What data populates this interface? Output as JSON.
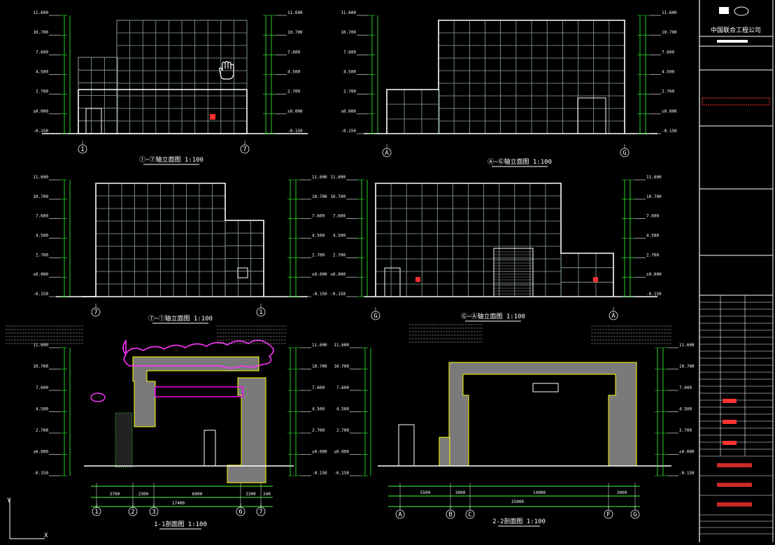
{
  "colors": {
    "background": "#000000",
    "outline": "#ffffff",
    "grid": "#8fa89a",
    "dimension": "#33ff33",
    "accent_red": "#ff3030",
    "revision_cloud": "#ff33ff",
    "wall_fill": "#7a7a7a",
    "hatch_green": "#33ff33"
  },
  "title_block": {
    "company": "中国联合工程公司"
  },
  "drawings": {
    "elev1": {
      "title": "①~⑦轴立面图 1:100",
      "axes": [
        "1",
        "7"
      ]
    },
    "elev2": {
      "title": "Ⓐ~Ⓖ轴立面图 1:100",
      "axes": [
        "A",
        "G"
      ]
    },
    "elev3": {
      "title": "⑦~①轴立面图 1:100",
      "axes": [
        "7",
        "1"
      ]
    },
    "elev4": {
      "title": "Ⓖ~Ⓐ轴立面图 1:100",
      "axes": [
        "G",
        "A"
      ]
    },
    "sect1": {
      "title": "1-1剖面图 1:100",
      "axes": [
        "1",
        "2",
        "3",
        "6",
        "7"
      ],
      "total_dim": "17400",
      "spans": [
        "3700",
        "2300",
        "6000",
        "2300",
        "240"
      ]
    },
    "sect2": {
      "title": "2-2剖面图 1:100",
      "axes": [
        "A",
        "B",
        "C",
        "F",
        "G"
      ],
      "total_dim": "25000",
      "spans": [
        "5500",
        "3000",
        "14900",
        "3000"
      ]
    }
  },
  "levels": {
    "top": "11.600",
    "parapet": "10.700",
    "mid": "7.600",
    "l2": "4.500",
    "l1": "2.700",
    "ground": "±0.000",
    "outdoor": "-0.150"
  },
  "ucs": {
    "y": "Y",
    "x": "X"
  }
}
